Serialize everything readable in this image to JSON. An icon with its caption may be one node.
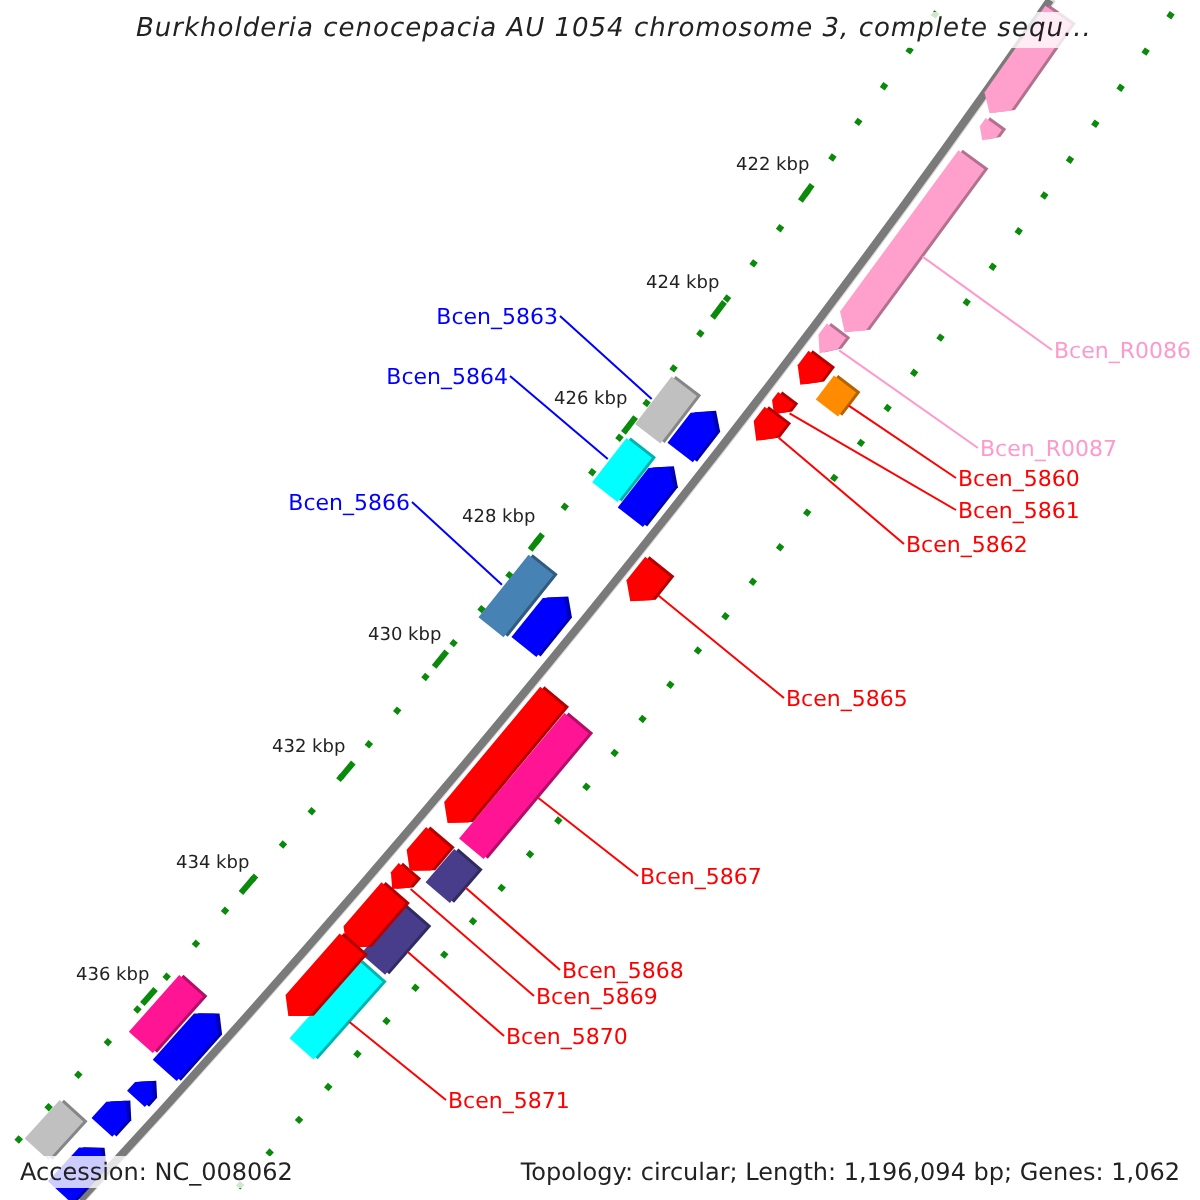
{
  "diagram": {
    "title": "Burkholderia cenocepacia AU 1054 chromosome 3, complete sequ...",
    "nodes": [
      {
        "text": [
          "Bcen_5863"
        ]
      },
      {
        "text": [],
        "shape": "bar"
      },
      {
        "text": [
          "Bcen_R0086"
        ]
      },
      {
        "text": [],
        "shape": "arrow"
      },
      {
        "text": [
          "Bcen_5864"
        ]
      },
      {
        "text": [],
        "shape": "bar"
      },
      {
        "text": [
          "Bcen_R0087"
        ]
      },
      {
        "text": [],
        "shape": "arrow"
      },
      {
        "text": [
          "Bcen_5860"
        ]
      },
      {
        "text": [],
        "shape": "bar"
      },
      {
        "text": [
          "Bcen_5866"
        ]
      },
      {
        "text": [],
        "shape": "bar"
      },
      {
        "text": [
          "Bcen_5861"
        ]
      },
      {
        "text": [],
        "shape": "arrow"
      },
      {
        "text": [
          "Bcen_5862"
        ]
      },
      {
        "text": [],
        "shape": "arrow"
      },
      {
        "text": [
          "Bcen_5865"
        ]
      },
      {
        "text": [],
        "shape": "arrow"
      },
      {
        "text": [
          "Bcen_5867"
        ]
      },
      {
        "text": [],
        "shape": "bar"
      },
      {
        "text": [
          "Bcen_5868"
        ]
      },
      {
        "text": [],
        "shape": "bar"
      },
      {
        "text": [
          "Bcen_5869"
        ]
      },
      {
        "text": [],
        "shape": "arrow"
      },
      {
        "text": [
          "Bcen_5870"
        ]
      },
      {
        "text": [],
        "shape": "bar"
      },
      {
        "text": [
          "Bcen_5871"
        ]
      },
      {
        "text": [],
        "shape": "bar"
      },
      {
        "text": [],
        "shape": "arrow"
      },
      {
        "text": [],
        "shape": "arrow"
      },
      {
        "text": [],
        "shape": "arrow"
      },
      {
        "text": [],
        "shape": "arrow"
      },
      {
        "text": [],
        "shape": "arrow"
      },
      {
        "text": [],
        "shape": "arrow"
      },
      {
        "text": [],
        "shape": "arrow"
      },
      {
        "text": [],
        "shape": "arrow"
      },
      {
        "text": [],
        "shape": "arrow"
      },
      {
        "text": [],
        "shape": "arrow"
      },
      {
        "text": [],
        "shape": "bar"
      },
      {
        "text": [],
        "shape": "arrow"
      },
      {
        "text": [],
        "shape": "arrow"
      },
      {
        "text": [],
        "shape": "arrow"
      },
      {
        "text": [],
        "shape": "bar"
      },
      {
        "text": [],
        "shape": "arrow"
      }
    ],
    "edges": [
      {
        "from": 0,
        "to": 1,
        "arrow": "none",
        "color": "#0000ff"
      },
      {
        "from": 2,
        "to": 3,
        "arrow": "none",
        "color": "#ff99cc"
      },
      {
        "from": 4,
        "to": 5,
        "arrow": "none",
        "color": "#0000ff"
      },
      {
        "from": 6,
        "to": 7,
        "arrow": "none",
        "color": "#ff99cc"
      },
      {
        "from": 8,
        "to": 9,
        "arrow": "none"
      },
      {
        "from": 10,
        "to": 11,
        "arrow": "none",
        "color": "#0000ff"
      },
      {
        "from": 12,
        "to": 13,
        "arrow": "none"
      },
      {
        "from": 14,
        "to": 15,
        "arrow": "none"
      },
      {
        "from": 16,
        "to": 17,
        "arrow": "none"
      },
      {
        "from": 18,
        "to": 19,
        "arrow": "none"
      },
      {
        "from": 20,
        "to": 21,
        "arrow": "none"
      },
      {
        "from": 22,
        "to": 23,
        "arrow": "none"
      },
      {
        "from": 24,
        "to": 25,
        "arrow": "none"
      },
      {
        "from": 26,
        "to": 27,
        "arrow": "none"
      }
    ],
    "labels": [
      "422 kbp",
      "424 kbp",
      "426 kbp",
      "428 kbp",
      "430 kbp",
      "432 kbp",
      "434 kbp",
      "436 kbp",
      "Accession: NC_008062",
      "Topology: circular; Length: 1,196,094 bp; Genes: 1,062"
    ]
  }
}
